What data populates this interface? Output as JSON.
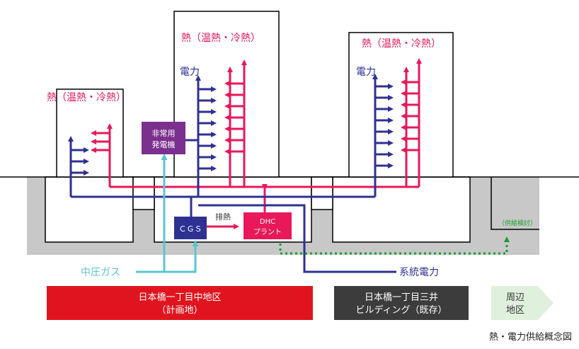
{
  "labels": {
    "heat_left": "熱（温熱・冷熱）",
    "heat_center": "熱（温熱・冷熱）",
    "heat_right": "熱（温熱・冷熱）",
    "power_center": "電力",
    "power_right": "電力",
    "emergency_gen_line1": "非常用",
    "emergency_gen_line2": "発電機",
    "cgs": "ＣＧＳ",
    "exhaust_heat": "排熱",
    "dhc_line1": "DHC",
    "dhc_line2": "プラント",
    "supply_study": "（供給検討）",
    "medium_pressure_gas": "中圧ガス",
    "grid_power": "系統電力",
    "caption": "熱・電力供給概念図"
  },
  "districts": [
    {
      "line1": "日本橋一丁目中地区",
      "line2": "（計画地）"
    },
    {
      "line1": "日本橋一丁目三井",
      "line2": "ビルディング（既存）"
    },
    {
      "line1": "周辺",
      "line2": "地区"
    }
  ],
  "colors": {
    "heat": "#e8185a",
    "power": "#2e3192",
    "gas": "#5cc4d0",
    "supply_study": "#1a9c2e",
    "generator": "#7b2f8e",
    "district_plan": "#e0141e",
    "district_existing": "#3c3c3c",
    "district_surrounding": "#dff0dc",
    "ground": "#c8c8c8"
  }
}
